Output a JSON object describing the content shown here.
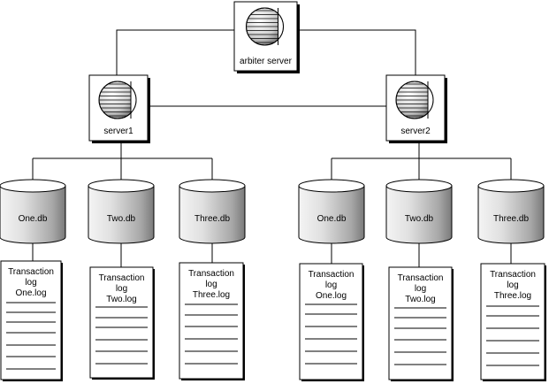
{
  "servers": {
    "arbiter": {
      "label": "arbiter server"
    },
    "primary": {
      "label": "server1"
    },
    "secondary": {
      "label": "server2"
    }
  },
  "databases": [
    {
      "db": "One.db",
      "log_lines": [
        "Transaction",
        "log",
        "One.log"
      ]
    },
    {
      "db": "Two.db",
      "log_lines": [
        "Transaction",
        "log",
        "Two.log"
      ]
    },
    {
      "db": "Three.db",
      "log_lines": [
        "Transaction",
        "log",
        "Three.log"
      ]
    },
    {
      "db": "One.db",
      "log_lines": [
        "Transaction",
        "log",
        "One.log"
      ]
    },
    {
      "db": "Two.db",
      "log_lines": [
        "Transaction",
        "log",
        "Two.log"
      ]
    },
    {
      "db": "Three.db",
      "log_lines": [
        "Transaction",
        "log",
        "Three.log"
      ]
    }
  ],
  "colors": {
    "cylinder_light": "#e8e8e8",
    "cylinder_dark": "#7a7a7a",
    "line": "#000000"
  }
}
